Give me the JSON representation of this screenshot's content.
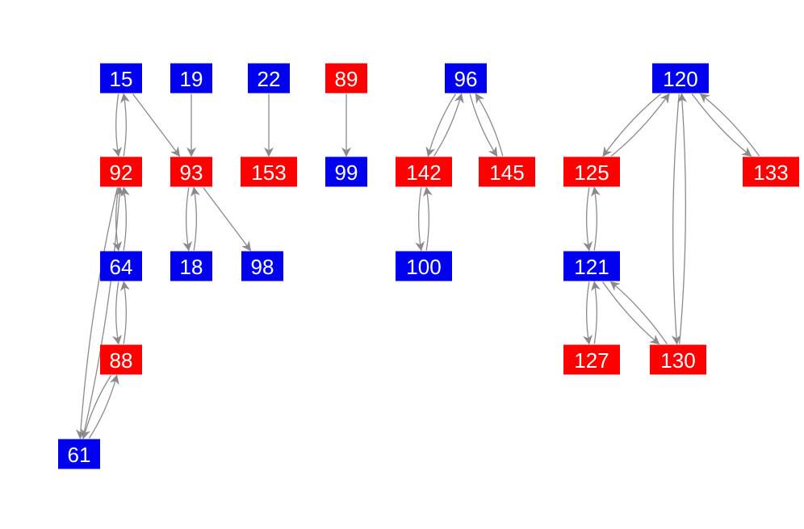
{
  "colors": {
    "blue": "#0000ee",
    "red": "#ff0000",
    "edge": "#8a8a8a",
    "label": "#ffffff"
  },
  "nodes": [
    {
      "id": "15",
      "label": "15",
      "color": "blue"
    },
    {
      "id": "19",
      "label": "19",
      "color": "blue"
    },
    {
      "id": "22",
      "label": "22",
      "color": "blue"
    },
    {
      "id": "89",
      "label": "89",
      "color": "red"
    },
    {
      "id": "96",
      "label": "96",
      "color": "blue"
    },
    {
      "id": "120",
      "label": "120",
      "color": "blue"
    },
    {
      "id": "92",
      "label": "92",
      "color": "red"
    },
    {
      "id": "93",
      "label": "93",
      "color": "red"
    },
    {
      "id": "153",
      "label": "153",
      "color": "red"
    },
    {
      "id": "99",
      "label": "99",
      "color": "blue"
    },
    {
      "id": "142",
      "label": "142",
      "color": "red"
    },
    {
      "id": "145",
      "label": "145",
      "color": "red"
    },
    {
      "id": "125",
      "label": "125",
      "color": "red"
    },
    {
      "id": "133",
      "label": "133",
      "color": "red"
    },
    {
      "id": "64",
      "label": "64",
      "color": "blue"
    },
    {
      "id": "18",
      "label": "18",
      "color": "blue"
    },
    {
      "id": "98",
      "label": "98",
      "color": "blue"
    },
    {
      "id": "100",
      "label": "100",
      "color": "blue"
    },
    {
      "id": "121",
      "label": "121",
      "color": "blue"
    },
    {
      "id": "88",
      "label": "88",
      "color": "red"
    },
    {
      "id": "127",
      "label": "127",
      "color": "red"
    },
    {
      "id": "130",
      "label": "130",
      "color": "red"
    },
    {
      "id": "61",
      "label": "61",
      "color": "blue"
    }
  ],
  "edges": [
    {
      "from": "15",
      "to": "92"
    },
    {
      "from": "92",
      "to": "15"
    },
    {
      "from": "15",
      "to": "93"
    },
    {
      "from": "19",
      "to": "93"
    },
    {
      "from": "22",
      "to": "153"
    },
    {
      "from": "89",
      "to": "99"
    },
    {
      "from": "92",
      "to": "64"
    },
    {
      "from": "64",
      "to": "92"
    },
    {
      "from": "92",
      "to": "61"
    },
    {
      "from": "61",
      "to": "92"
    },
    {
      "from": "93",
      "to": "18"
    },
    {
      "from": "18",
      "to": "93"
    },
    {
      "from": "93",
      "to": "98"
    },
    {
      "from": "64",
      "to": "88"
    },
    {
      "from": "88",
      "to": "64"
    },
    {
      "from": "88",
      "to": "61"
    },
    {
      "from": "61",
      "to": "88"
    },
    {
      "from": "96",
      "to": "142"
    },
    {
      "from": "142",
      "to": "96"
    },
    {
      "from": "96",
      "to": "145"
    },
    {
      "from": "145",
      "to": "96"
    },
    {
      "from": "142",
      "to": "100"
    },
    {
      "from": "100",
      "to": "142"
    },
    {
      "from": "120",
      "to": "125"
    },
    {
      "from": "125",
      "to": "120"
    },
    {
      "from": "120",
      "to": "133"
    },
    {
      "from": "133",
      "to": "120"
    },
    {
      "from": "120",
      "to": "130"
    },
    {
      "from": "130",
      "to": "120"
    },
    {
      "from": "125",
      "to": "121"
    },
    {
      "from": "121",
      "to": "125"
    },
    {
      "from": "121",
      "to": "127"
    },
    {
      "from": "127",
      "to": "121"
    },
    {
      "from": "121",
      "to": "130"
    },
    {
      "from": "130",
      "to": "121"
    }
  ]
}
